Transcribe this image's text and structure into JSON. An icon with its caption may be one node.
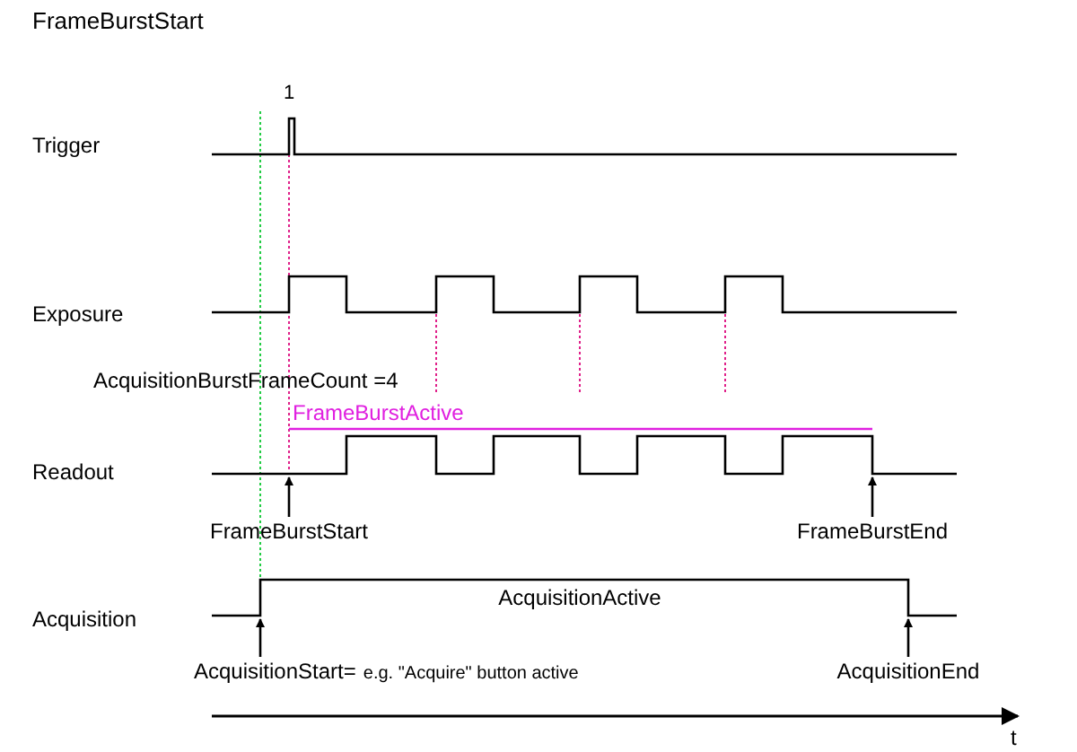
{
  "diagram": {
    "title": "FrameBurstStart",
    "nodes": [
      {
        "text": [
          "FrameBurstStart"
        ]
      },
      {
        "text": [
          "FrameBurstEnd"
        ]
      },
      {
        "text": [
          "AcquisitionStart=",
          "e.g. \"Acquire\" button active"
        ]
      },
      {
        "text": [
          "AcquisitionEnd"
        ]
      },
      {
        "text": [],
        "shape": "waveform"
      },
      {
        "text": [],
        "shape": "waveform"
      }
    ],
    "edges": [
      {
        "from": 0,
        "to": 4,
        "arrow": "to"
      },
      {
        "from": 1,
        "to": 4,
        "arrow": "to"
      },
      {
        "from": 2,
        "to": 5,
        "arrow": "to"
      },
      {
        "from": 3,
        "to": 5,
        "arrow": "to"
      }
    ],
    "labels": [
      "1",
      "Trigger",
      "Exposure",
      "AcquisitionBurstFrameCount =4",
      "FrameBurstActive",
      "Readout",
      "AcquisitionActive",
      "Acquisition",
      "t"
    ]
  }
}
